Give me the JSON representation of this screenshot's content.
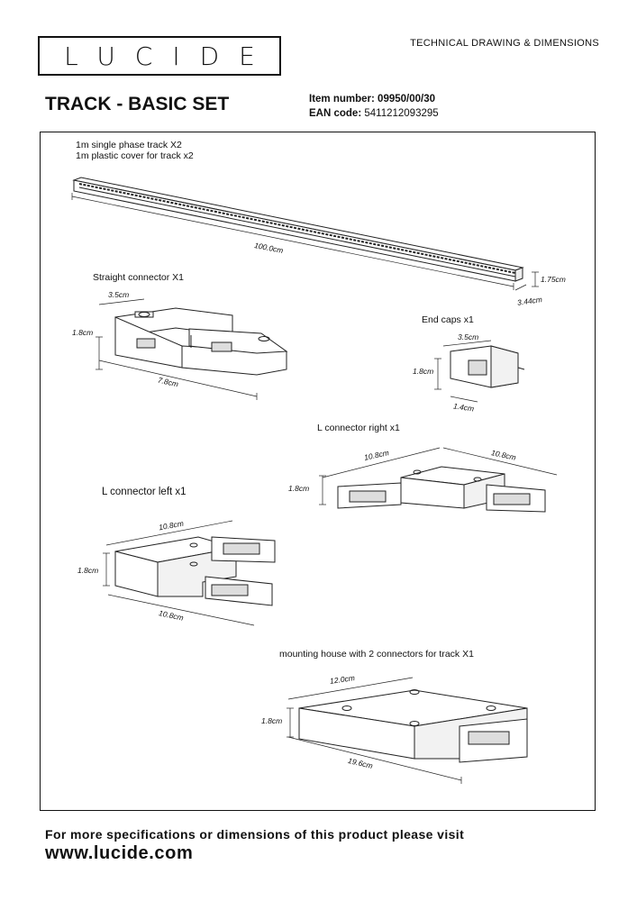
{
  "header": {
    "logo_text": "LUCIDE",
    "doc_type": "TECHNICAL DRAWING & DIMENSIONS",
    "product_title": "TRACK - BASIC SET",
    "item_label": "Item number:",
    "item_value": "09950/00/30",
    "ean_label": "EAN code:",
    "ean_value": "5411212093295"
  },
  "components": {
    "track_line1": "1m single phase track  X2",
    "track_line2": "1m plastic cover for track   x2",
    "straight_connector": "Straight connector  X1",
    "end_caps": "End caps x1",
    "l_connector_right": "L connector right  x1",
    "l_connector_left": "L connector left  x1",
    "mounting_house": "mounting house  with 2 connectors  for track  X1"
  },
  "dimensions": {
    "track_length": "100.0cm",
    "track_height": "1.75cm",
    "track_width": "3.44cm",
    "straight_width": "3.5cm",
    "straight_height": "1.8cm",
    "straight_length": "7.8cm",
    "endcap_width": "3.5cm",
    "endcap_height": "1.8cm",
    "endcap_depth": "1.4cm",
    "lright_arm1": "10.8cm",
    "lright_arm2": "10.8cm",
    "lright_height": "1.8cm",
    "lleft_arm1": "10.8cm",
    "lleft_height": "1.8cm",
    "lleft_arm2": "10.8cm",
    "mount_width": "12.0cm",
    "mount_height": "1.8cm",
    "mount_length": "19.6cm"
  },
  "footer": {
    "line1": "For more specifications or dimensions of this product please visit",
    "url": "www.lucide.com"
  }
}
